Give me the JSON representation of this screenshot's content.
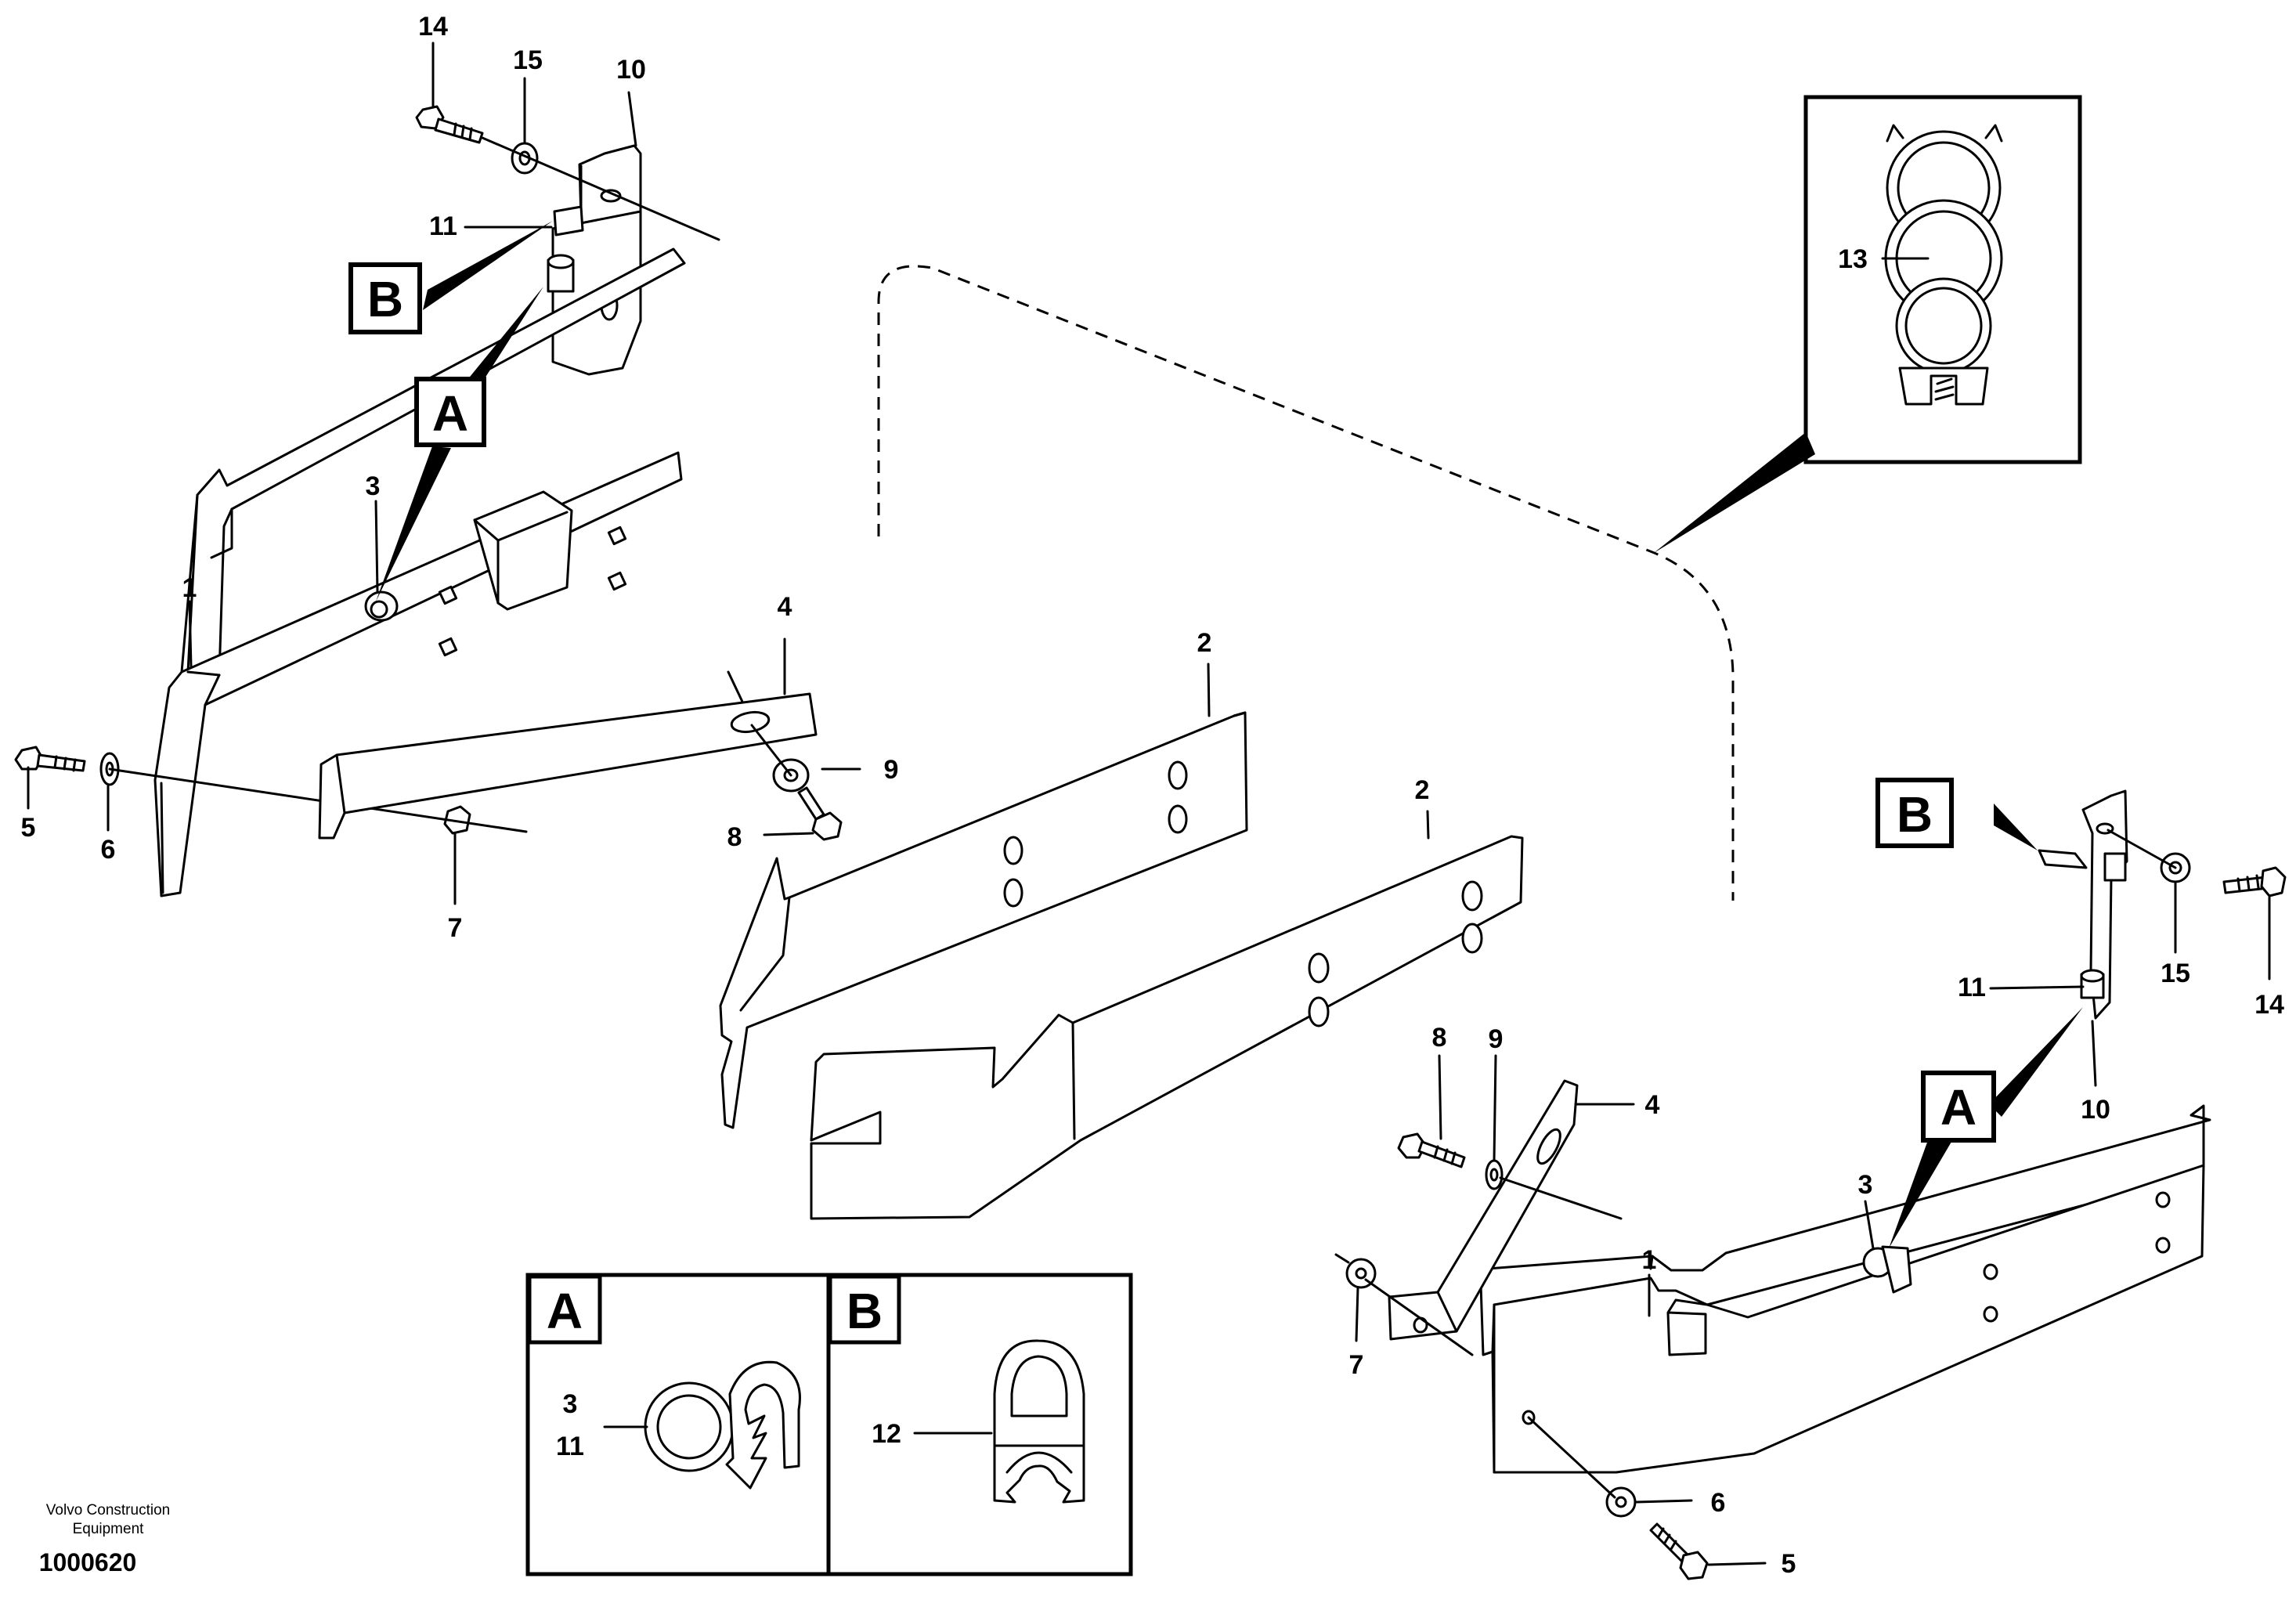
{
  "callouts": {
    "c14": "14",
    "c15": "15",
    "c10": "10",
    "c11": "11",
    "c3": "3",
    "c1": "1",
    "c4": "4",
    "c9": "9",
    "c8": "8",
    "c5": "5",
    "c6": "6",
    "c7": "7",
    "c2": "2",
    "c13": "13",
    "c12": "12",
    "c3_11_top": "3",
    "c3_11_bot": "11"
  },
  "labels": {
    "A": "A",
    "B": "B"
  },
  "footer": {
    "brand_line1": "Volvo Construction",
    "brand_line2": "Equipment",
    "drawing_number": "1000620"
  }
}
